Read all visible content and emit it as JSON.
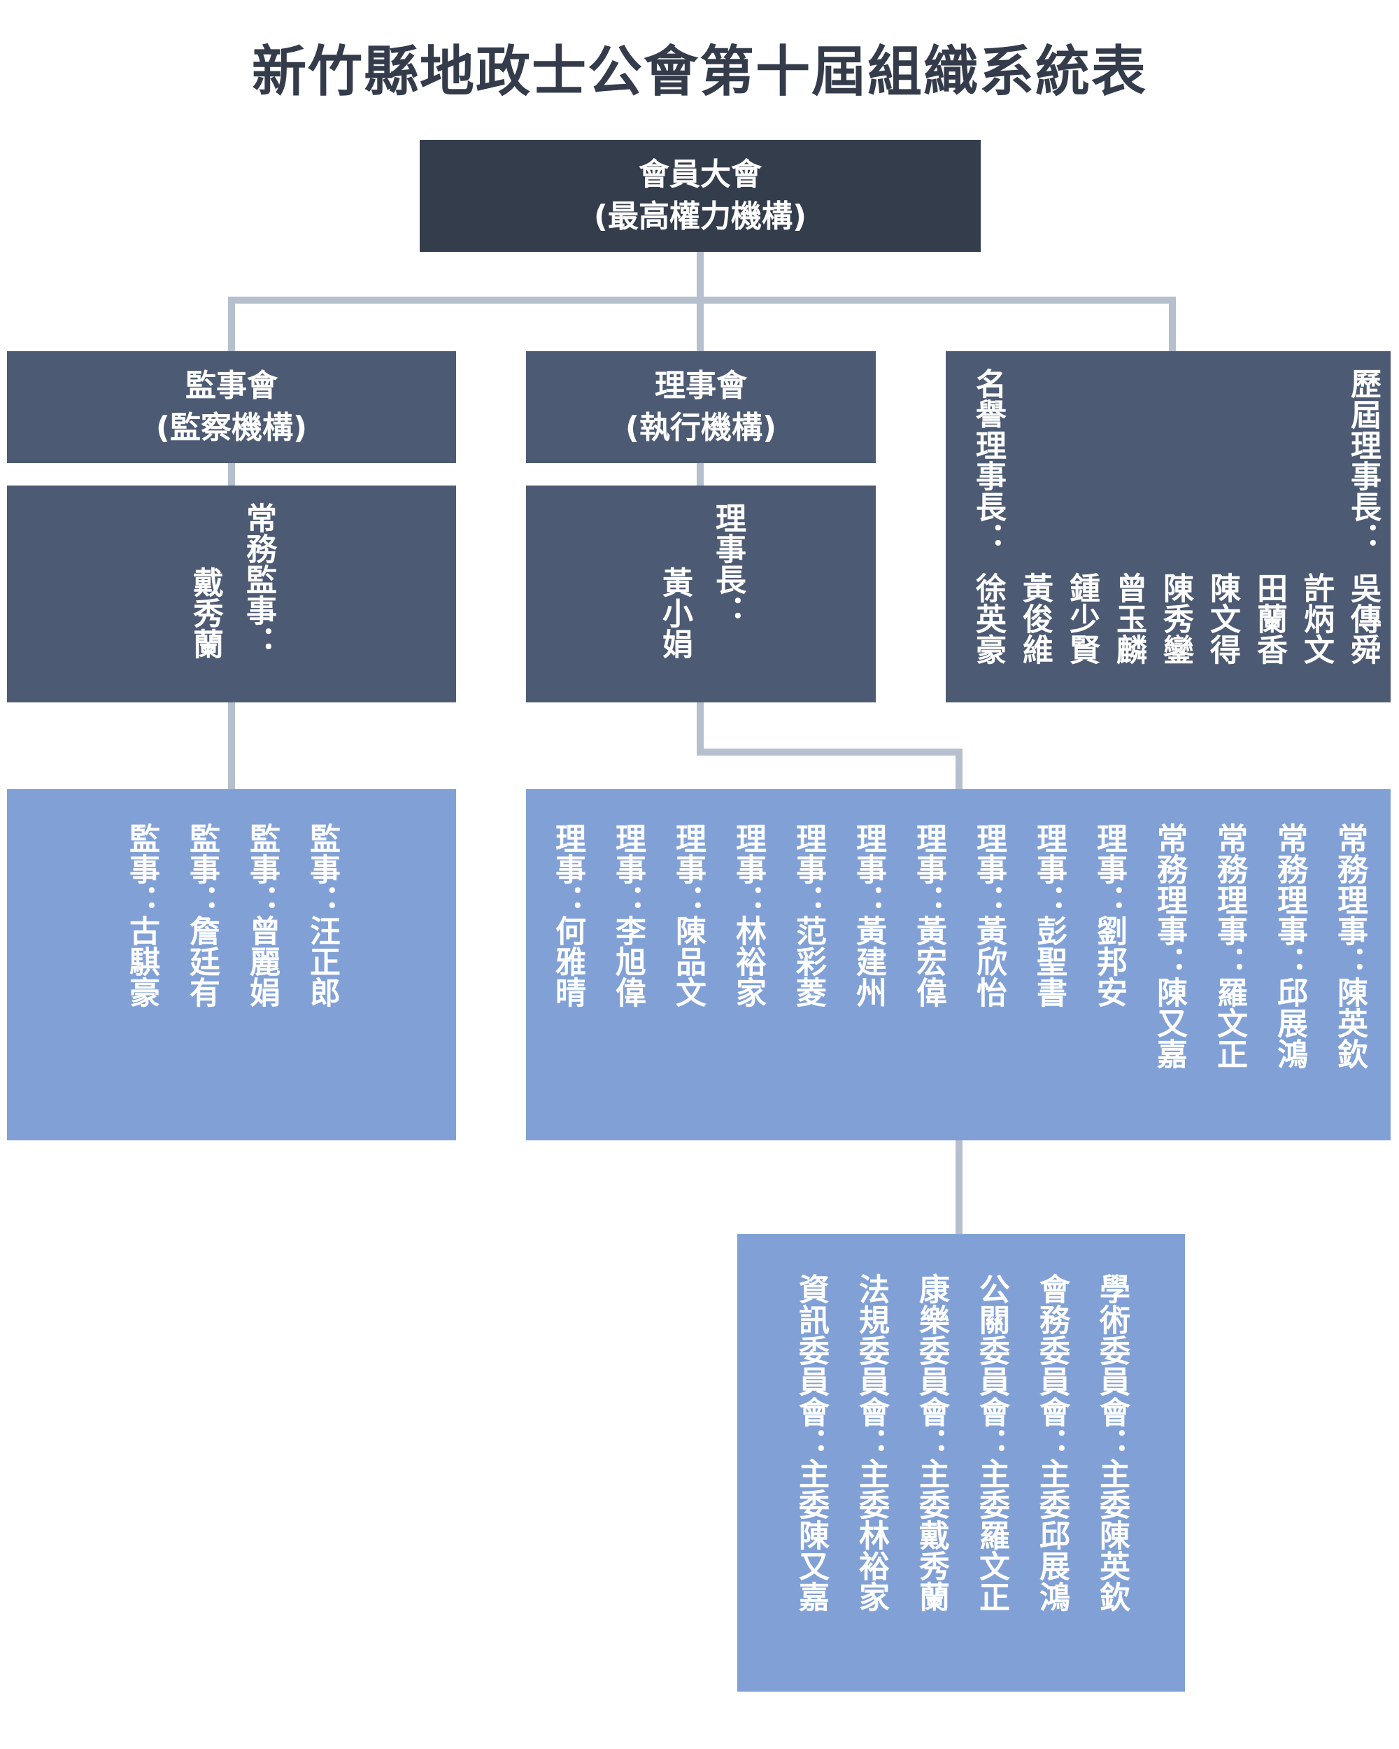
{
  "title": "新竹縣地政士公會第十屆組織系統表",
  "colors": {
    "title_text": "#343c4b",
    "dark_box": "#343d4c",
    "mid_box": "#4d5a73",
    "light_box": "#81a1d6",
    "connector": "#b6bfcd"
  },
  "top": {
    "line1": "會員大會",
    "line2": "(最高權力機構)"
  },
  "supervisors": {
    "name": "監事會",
    "sub": "(監察機構)",
    "standing": {
      "role": "常務監事：",
      "person": "戴秀蘭"
    },
    "members": [
      "監事：汪正郎",
      "監事：曾麗娟",
      "監事：詹廷有",
      "監事：古騏豪"
    ]
  },
  "directors": {
    "name": "理事會",
    "sub": "(執行機構)",
    "chair": {
      "role": "理事長：",
      "person": "黃小娟"
    },
    "members": [
      "常務理事：陳英欽",
      "常務理事：邱展鴻",
      "常務理事：羅文正",
      "常務理事：陳又嘉",
      "理事：劉邦安",
      "理事：彭聖書",
      "理事：黃欣怡",
      "理事：黃宏偉",
      "理事：黃建州",
      "理事：范彩菱",
      "理事：林裕家",
      "理事：陳品文",
      "理事：李旭偉",
      "理事：何雅晴"
    ]
  },
  "past_chairs": {
    "label": "歷屆理事長：",
    "names": [
      "吳傳舜",
      "許炳文",
      "田蘭香",
      "陳文得",
      "陳秀鑾",
      "曾玉麟",
      "鍾少賢",
      "黃俊維",
      "徐英豪"
    ],
    "honorary_label": "名譽理事長："
  },
  "committees": [
    "學術委員會：主委陳英欽",
    "會務委員會：主委邱展鴻",
    "公關委員會：主委羅文正",
    "康樂委員會：主委戴秀蘭",
    "法規委員會：主委林裕家",
    "資訊委員會：主委陳又嘉"
  ]
}
